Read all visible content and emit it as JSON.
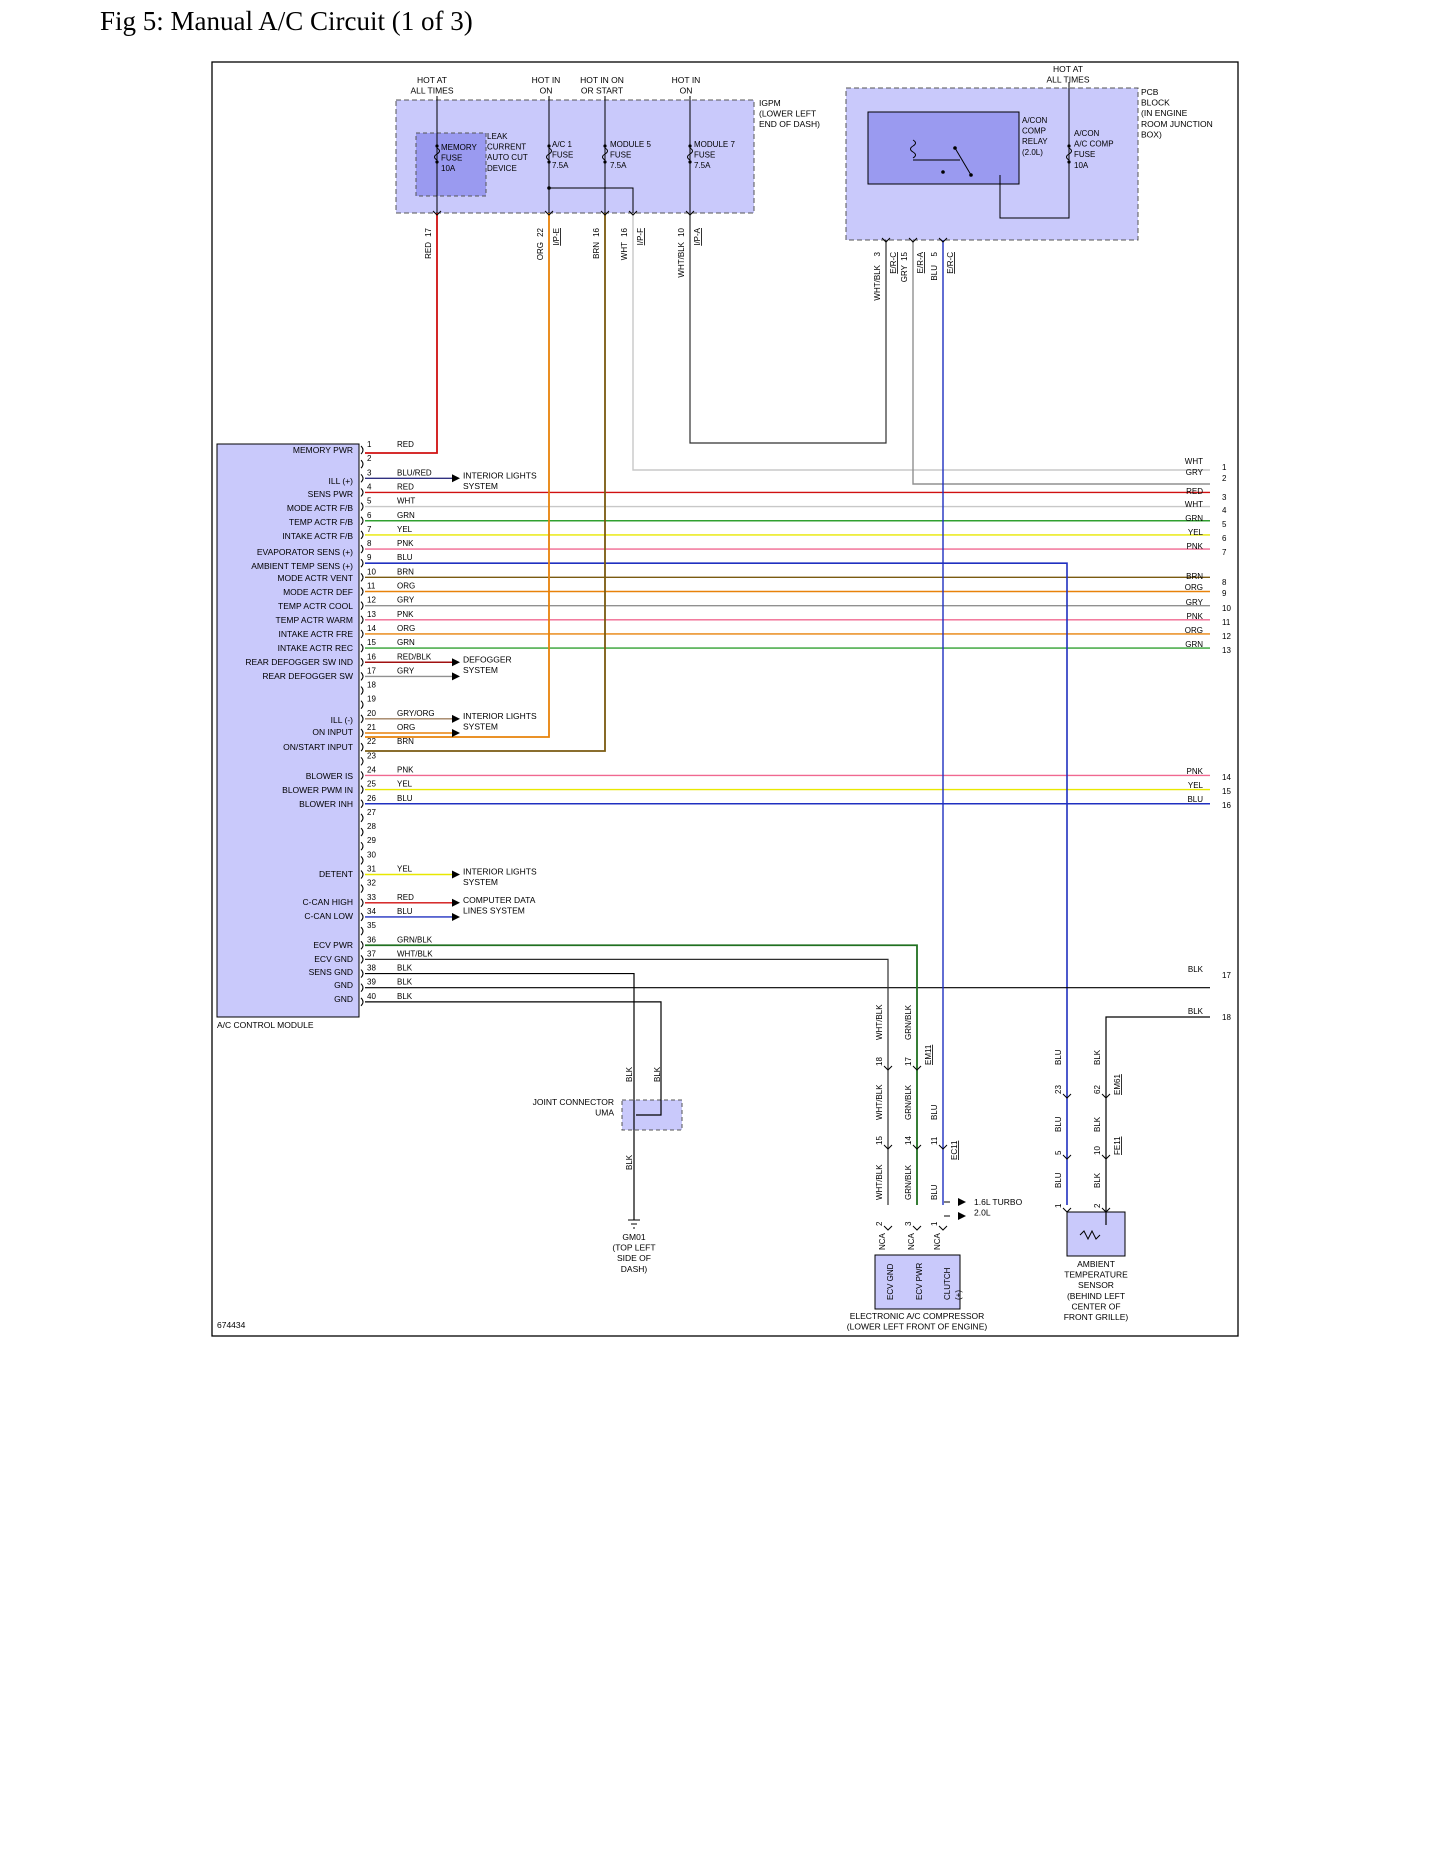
{
  "page": {
    "title": "Fig 5: Manual A/C Circuit (1 of 3)",
    "figure_id": "674434"
  },
  "colors": {
    "RED": "#d01010",
    "ORG": "#e8820a",
    "BRN": "#7a5a10",
    "WHT": "#c8c8c8",
    "GRY": "#909090",
    "BLU": "#2030c0",
    "GRN": "#30a030",
    "YEL": "#e8e800",
    "PNK": "#f06890",
    "BLK": "#000000",
    "WHT/BLK": "#303030",
    "GRN/BLK": "#207020",
    "BLU/RED": "#303080",
    "RED/BLK": "#a01010",
    "GRY/ORG": "#a08060",
    "box_fill": "#c9c9fb",
    "relay_fill": "#9a9af0",
    "line": "#000000"
  },
  "igpm": {
    "hot_labels": [
      [
        "HOT AT",
        "ALL TIMES"
      ],
      [
        "HOT IN",
        "ON"
      ],
      [
        "HOT IN ON",
        "OR START"
      ],
      [
        "HOT IN",
        "ON"
      ]
    ],
    "label": [
      "IGPM",
      "(LOWER LEFT",
      "END OF DASH)"
    ],
    "fuses": [
      {
        "lines": [
          "MEMORY",
          "FUSE",
          "10A"
        ]
      },
      {
        "lines": [
          "A/C 1",
          "FUSE",
          "7.5A"
        ]
      },
      {
        "lines": [
          "MODULE 5",
          "FUSE",
          "7.5A"
        ]
      },
      {
        "lines": [
          "MODULE 7",
          "FUSE",
          "7.5A"
        ]
      }
    ],
    "leak_label": [
      "LEAK",
      "CURRENT",
      "AUTO CUT",
      "DEVICE"
    ],
    "outputs": [
      {
        "pin": "17",
        "color": "RED"
      },
      {
        "pin": "22",
        "conn": "I/P-E",
        "color": "ORG"
      },
      {
        "pin": "16",
        "color": "BRN"
      },
      {
        "pin": "16",
        "conn": "I/P-F",
        "color": "WHT"
      },
      {
        "pin": "10",
        "conn": "I/P-A",
        "color": "WHT/BLK"
      }
    ]
  },
  "pcb": {
    "hot_label": [
      "HOT AT",
      "ALL TIMES"
    ],
    "label": [
      "PCB",
      "BLOCK",
      "(IN ENGINE",
      "ROOM JUNCTION",
      "BOX)"
    ],
    "relay_label": [
      "A/CON",
      "COMP",
      "RELAY",
      "(2.0L)"
    ],
    "fuse_label": [
      "A/CON",
      "A/C COMP",
      "FUSE",
      "10A"
    ],
    "outputs": [
      {
        "pin": "3",
        "conn": "E/R-C",
        "color": "WHT/BLK"
      },
      {
        "pin": "15",
        "conn": "E/R-A",
        "color": "GRY"
      },
      {
        "pin": "5",
        "conn": "E/R-C",
        "color": "BLU"
      }
    ]
  },
  "module": {
    "name": "A/C CONTROL MODULE",
    "pins": [
      {
        "n": "1",
        "label": "MEMORY PWR",
        "wire": "RED"
      },
      {
        "n": "2",
        "label": "",
        "wire": ""
      },
      {
        "n": "3",
        "label": "ILL (+)",
        "wire": "BLU/RED"
      },
      {
        "n": "4",
        "label": "SENS PWR",
        "wire": "RED"
      },
      {
        "n": "5",
        "label": "MODE ACTR F/B",
        "wire": "WHT"
      },
      {
        "n": "6",
        "label": "TEMP ACTR F/B",
        "wire": "GRN"
      },
      {
        "n": "7",
        "label": "INTAKE ACTR F/B",
        "wire": "YEL"
      },
      {
        "n": "8",
        "label": "",
        "wire": "PNK"
      },
      {
        "n": "9",
        "label": "EVAPORATOR SENS (+)",
        "wire": "BLU"
      },
      {
        "n": "10",
        "label": "AMBIENT TEMP SENS (+)",
        "wire": "BRN"
      },
      {
        "n": "11",
        "label": "MODE ACTR VENT",
        "wire": "ORG"
      },
      {
        "n": "12",
        "label": "MODE ACTR DEF",
        "wire": "GRY"
      },
      {
        "n": "13",
        "label": "TEMP ACTR COOL",
        "wire": "PNK"
      },
      {
        "n": "14",
        "label": "TEMP ACTR WARM",
        "wire": "ORG"
      },
      {
        "n": "15",
        "label": "INTAKE ACTR FRE",
        "wire": "GRN"
      },
      {
        "n": "16",
        "label": "INTAKE ACTR REC",
        "wire": "RED/BLK"
      },
      {
        "n": "17",
        "label": "REAR DEFOGGER SW IND",
        "wire": "GRY"
      },
      {
        "n": "18",
        "label": "REAR DEFOGGER SW",
        "wire": ""
      },
      {
        "n": "19",
        "label": "",
        "wire": ""
      },
      {
        "n": "20",
        "label": "",
        "wire": "GRY/ORG"
      },
      {
        "n": "21",
        "label": "ILL (-)",
        "wire": "ORG"
      },
      {
        "n": "22",
        "label": "ON INPUT",
        "wire": "BRN"
      },
      {
        "n": "23",
        "label": "ON/START INPUT",
        "wire": ""
      },
      {
        "n": "24",
        "label": "",
        "wire": "PNK"
      },
      {
        "n": "25",
        "label": "BLOWER IS",
        "wire": "YEL"
      },
      {
        "n": "26",
        "label": "BLOWER PWM IN",
        "wire": "BLU"
      },
      {
        "n": "27",
        "label": "BLOWER INH",
        "wire": ""
      },
      {
        "n": "28",
        "label": "",
        "wire": ""
      },
      {
        "n": "29",
        "label": "",
        "wire": ""
      },
      {
        "n": "30",
        "label": "",
        "wire": ""
      },
      {
        "n": "31",
        "label": "",
        "wire": "YEL"
      },
      {
        "n": "32",
        "label": "DETENT",
        "wire": ""
      },
      {
        "n": "33",
        "label": "",
        "wire": "RED"
      },
      {
        "n": "34",
        "label": "C-CAN HIGH",
        "wire": "BLU"
      },
      {
        "n": "35",
        "label": "C-CAN LOW",
        "wire": ""
      },
      {
        "n": "36",
        "label": "",
        "wire": "GRN/BLK"
      },
      {
        "n": "37",
        "label": "ECV PWR",
        "wire": "WHT/BLK"
      },
      {
        "n": "38",
        "label": "ECV GND",
        "wire": "BLK"
      },
      {
        "n": "39",
        "label": "SENS GND",
        "wire": "BLK"
      },
      {
        "n": "40",
        "label": "GND",
        "wire": "BLK"
      },
      {
        "n": "",
        "label": "GND",
        "wire": ""
      }
    ]
  },
  "right_continuations": [
    {
      "n": "1",
      "color": "WHT"
    },
    {
      "n": "2",
      "color": "GRY"
    },
    {
      "n": "3",
      "color": "RED"
    },
    {
      "n": "4",
      "color": "WHT"
    },
    {
      "n": "5",
      "color": "GRN"
    },
    {
      "n": "6",
      "color": "YEL"
    },
    {
      "n": "7",
      "color": "PNK"
    },
    {
      "n": "8",
      "color": "BRN"
    },
    {
      "n": "9",
      "color": "ORG"
    },
    {
      "n": "10",
      "color": "GRY"
    },
    {
      "n": "11",
      "color": "PNK"
    },
    {
      "n": "12",
      "color": "ORG"
    },
    {
      "n": "13",
      "color": "GRN"
    },
    {
      "n": "14",
      "color": "PNK"
    },
    {
      "n": "15",
      "color": "YEL"
    },
    {
      "n": "16",
      "color": "BLU"
    },
    {
      "n": "17",
      "color": "BLK"
    },
    {
      "n": "18",
      "color": "BLK"
    }
  ],
  "references": [
    [
      "INTERIOR LIGHTS",
      "SYSTEM"
    ],
    [
      "DEFOGGER",
      "SYSTEM"
    ],
    [
      "INTERIOR LIGHTS",
      "SYSTEM"
    ],
    [
      "INTERIOR LIGHTS",
      "SYSTEM"
    ],
    [
      "COMPUTER DATA",
      "LINES SYSTEM"
    ]
  ],
  "joint_connector": {
    "label": [
      "JOINT CONNECTOR",
      "UMA"
    ],
    "wire": "BLK"
  },
  "ground": {
    "label": [
      "GM01",
      "(TOP LEFT",
      "SIDE OF",
      "DASH)"
    ]
  },
  "compressor": {
    "name": [
      "ELECTRONIC A/C COMPRESSOR",
      "(LOWER LEFT FRONT OF ENGINE)"
    ],
    "pins": [
      "ECV GND",
      "ECV PWR",
      "CLUTCH",
      "(+)"
    ],
    "nca": "NCA",
    "legend": [
      "1.6L TURBO",
      "2.0L"
    ],
    "wires": [
      "WHT/BLK",
      "GRN/BLK",
      "BLU"
    ],
    "conn_ec11": "EC11",
    "conn_em11": "EM11",
    "pin_rows": [
      [
        "18",
        "17"
      ],
      [
        "15",
        "14",
        "11"
      ],
      [
        "2",
        "3",
        "1"
      ]
    ]
  },
  "ambient_sensor": {
    "name": [
      "AMBIENT",
      "TEMPERATURE",
      "SENSOR",
      "(BEHIND LEFT",
      "CENTER OF",
      "FRONT GRILLE)"
    ],
    "wires": [
      "BLU",
      "BLK"
    ],
    "conn_em61": "EM61",
    "conn_fe11": "FE11",
    "pin_rows": [
      [
        "23",
        "62"
      ],
      [
        "5",
        "10"
      ],
      [
        "1",
        "2"
      ]
    ]
  }
}
